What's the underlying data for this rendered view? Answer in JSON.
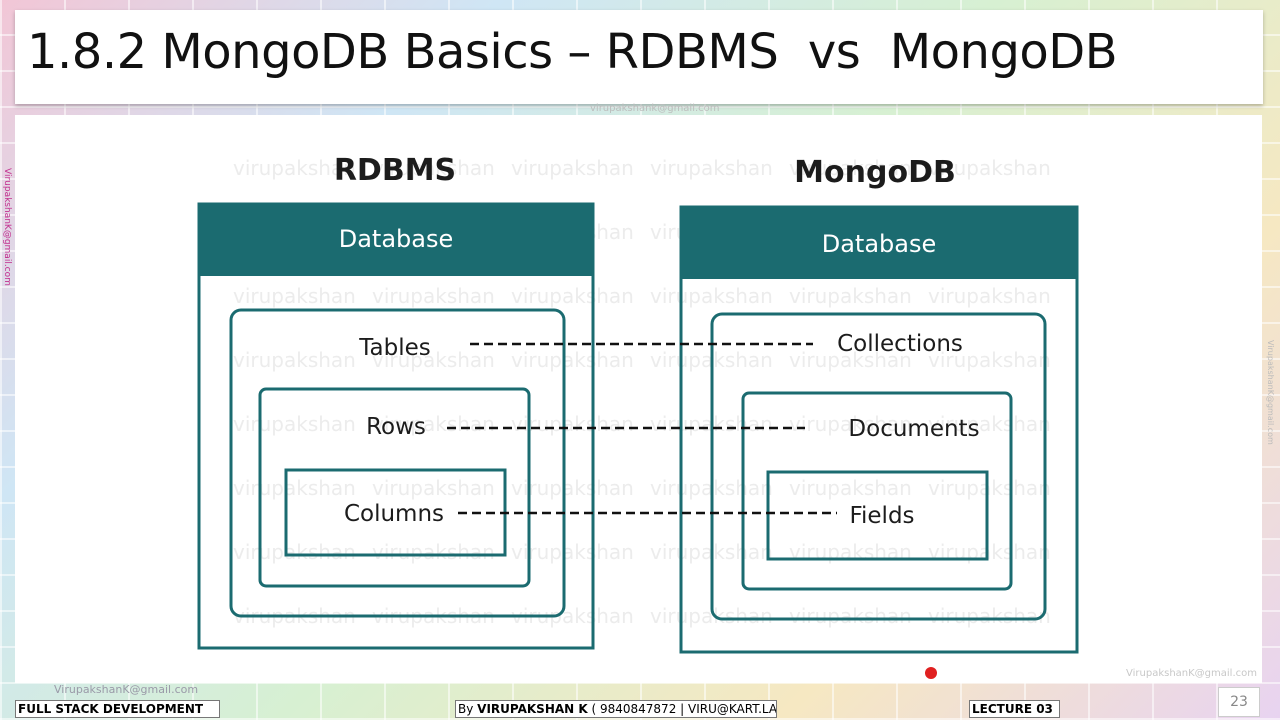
{
  "slide": {
    "title": "1.8.2 MongoDB Basics – RDBMS  vs  MongoDB",
    "page_number": "23"
  },
  "watermarks": {
    "word": "virupakshan",
    "email_top": "virupakshank@gmail.com",
    "email_side": "VirupakshanK@gmail.com",
    "email_bottom_left": "VirupakshanK@gmail.com",
    "email_bottom_right": "VirupakshanK@gmail.com"
  },
  "diagram": {
    "left": {
      "heading": "RDBMS",
      "container": "Database",
      "levels": [
        "Tables",
        "Rows",
        "Columns"
      ]
    },
    "right": {
      "heading": "MongoDB",
      "container": "Database",
      "levels": [
        "Collections",
        "Documents",
        "Fields"
      ]
    },
    "colors": {
      "teal": "#1b6b70",
      "text": "#1c1c1c"
    }
  },
  "footer": {
    "course": "FULL STACK DEVELOPMENT",
    "by_prefix": "By ",
    "author": "VIRUPAKSHAN K",
    "contact": " ( 9840847872 | VIRU@KART.LA )",
    "lecture": "LECTURE 03"
  }
}
